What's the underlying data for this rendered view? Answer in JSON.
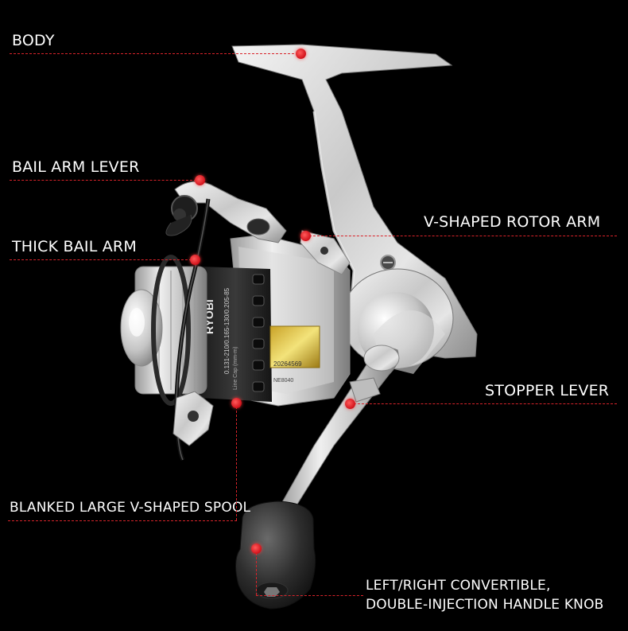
{
  "labels": {
    "body": "BODY",
    "bail_arm_lever": "BAIL ARM LEVER",
    "v_rotor_arm": "V-SHAPED ROTOR ARM",
    "thick_bail_arm": "THICK BAIL ARM",
    "stopper_lever": "STOPPER LEVER",
    "spool": "BLANKED LARGE V-SHAPED SPOOL",
    "knob_line1": "LEFT/RIGHT CONVERTIBLE,",
    "knob_line2": "DOUBLE-INJECTION HANDLE KNOB"
  },
  "reel_text": {
    "brand": "RYOBI",
    "line_capacity": "0.131-210/0.165-130/0.205-85",
    "line_capacity_caption": "Line Cap (mm-m)",
    "serial": "20264569",
    "model_code": "NE8040"
  },
  "colors": {
    "callout": "#d8232a",
    "label": "#ffffff",
    "background": "#000000"
  }
}
